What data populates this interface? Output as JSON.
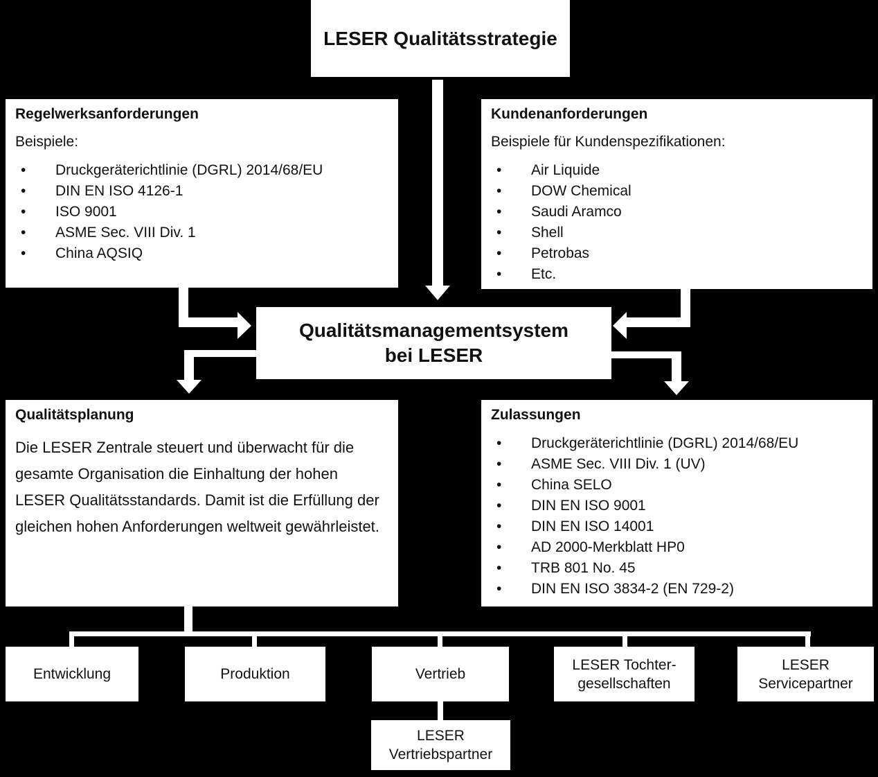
{
  "colors": {
    "background": "#000000",
    "box_fill": "#ffffff",
    "text": "#111111",
    "connector": "#ffffff"
  },
  "strategy": {
    "title": "LESER Qualitätsstrategie"
  },
  "regelwerk": {
    "title": "Regelwerksanforderungen",
    "intro": "Beispiele:",
    "items": [
      "Druckgeräterichtlinie (DGRL) 2014/68/EU",
      "DIN EN ISO 4126-1",
      "ISO 9001",
      "ASME Sec. VIII Div. 1",
      "China AQSIQ"
    ]
  },
  "kunden": {
    "title": "Kundenanforderungen",
    "intro": "Beispiele für Kundenspezifikationen:",
    "items": [
      "Air Liquide",
      "DOW Chemical",
      "Saudi Aramco",
      "Shell",
      "Petrobas",
      "Etc."
    ]
  },
  "qms": {
    "title": "Qualitätsmanagementsystem\nbei LESER"
  },
  "planung": {
    "title": "Qualitätsplanung",
    "body": "Die LESER Zentrale steuert und überwacht für die gesamte Organisation die Einhaltung der hohen LESER Qualitätsstandards. Damit ist die Erfüllung der gleichen hohen Anforderungen weltweit gewährleistet."
  },
  "zulassungen": {
    "title": "Zulassungen",
    "items": [
      "Druckgeräterichtlinie (DGRL) 2014/68/EU",
      "ASME Sec. VIII Div. 1 (UV)",
      "China SELO",
      "DIN EN ISO 9001",
      "DIN EN ISO 14001",
      "AD 2000-Merkblatt HP0",
      "TRB 801 No. 45",
      "DIN EN ISO 3834-2 (EN 729-2)"
    ]
  },
  "org_units": [
    {
      "label": "Entwicklung"
    },
    {
      "label": "Produktion"
    },
    {
      "label": "Vertrieb"
    },
    {
      "label": "LESER Tochter-\ngesellschaften"
    },
    {
      "label": "LESER\nServicepartner"
    }
  ],
  "vertriebspartner": {
    "label": "LESER\nVertriebspartner"
  }
}
